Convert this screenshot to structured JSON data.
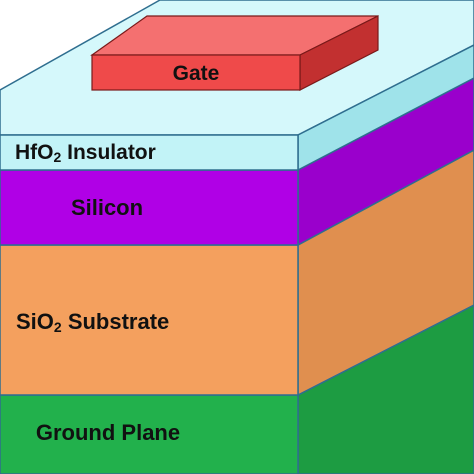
{
  "diagram": {
    "layers": [
      {
        "key": "gate",
        "label": "Gate",
        "color": "#ef4a4a",
        "side_color": "#c23030",
        "top_color": "#f47070"
      },
      {
        "key": "insulator",
        "label_main": "HfO",
        "label_sub": "2",
        "label_rest": " Insulator",
        "color": "#c2f3f7",
        "side_color": "#9fe3ea",
        "top_color": "#d5f8fb"
      },
      {
        "key": "silicon",
        "label": "Silicon",
        "color": "#b000e6",
        "side_color": "#9a00cc"
      },
      {
        "key": "substrate",
        "label_main": "SiO",
        "label_sub": "2",
        "label_rest": " Substrate",
        "color": "#f4a05e",
        "side_color": "#e08f4f"
      },
      {
        "key": "ground",
        "label": "Ground Plane",
        "color": "#22b14c",
        "side_color": "#1d9c42"
      }
    ],
    "outline_color": "#2f6e8f"
  }
}
